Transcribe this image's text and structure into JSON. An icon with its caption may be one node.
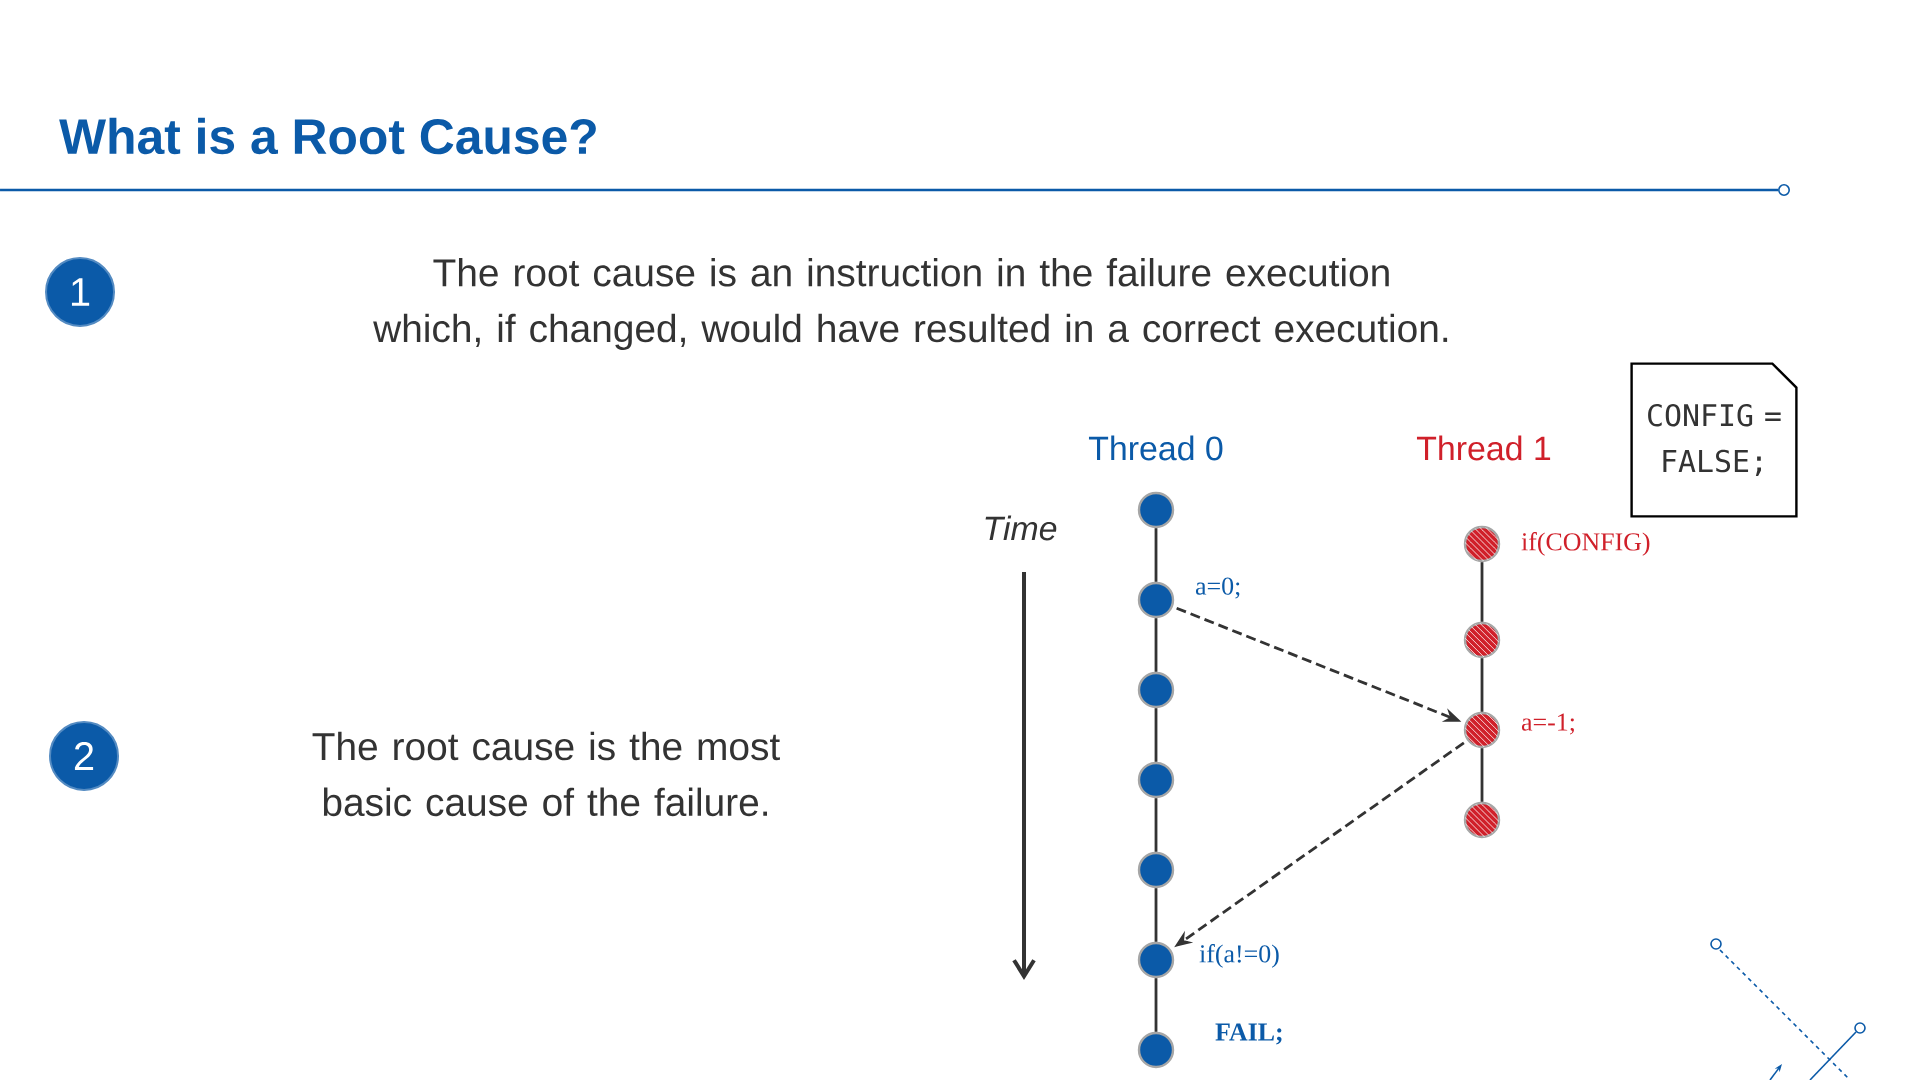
{
  "diagram": {
    "title": "What is a Root Cause?",
    "nodes": [
      {
        "text": [
          "1"
        ]
      },
      {
        "text": [
          "CONFIG = FALSE;"
        ]
      },
      {
        "text": [],
        "shape": "circle"
      },
      {
        "text": [],
        "shape": "circle",
        "beside": [
          "a=0;"
        ]
      },
      {
        "text": [],
        "shape": "circle"
      },
      {
        "text": [],
        "shape": "circle"
      },
      {
        "text": [],
        "shape": "circle"
      },
      {
        "text": [],
        "shape": "circle",
        "beside": [
          "if(a!=0)"
        ]
      },
      {
        "text": [],
        "shape": "circle",
        "beside": [
          "FAIL;"
        ]
      },
      {
        "text": [],
        "shape": "circle",
        "beside": [
          "if(CONFIG)"
        ]
      },
      {
        "text": [],
        "shape": "circle"
      },
      {
        "text": [],
        "shape": "circle",
        "beside": [
          "a=-1;"
        ]
      },
      {
        "text": [],
        "shape": "circle"
      },
      {
        "text": [
          "2"
        ]
      }
    ],
    "edges": [
      {
        "from": 2,
        "to": 3,
        "arrow": "none"
      },
      {
        "from": 3,
        "to": 4,
        "arrow": "none"
      },
      {
        "from": 4,
        "to": 5,
        "arrow": "none"
      },
      {
        "from": 5,
        "to": 6,
        "arrow": "none"
      },
      {
        "from": 6,
        "to": 7,
        "arrow": "none"
      },
      {
        "from": 7,
        "to": 8,
        "arrow": "none"
      },
      {
        "from": 9,
        "to": 10,
        "arrow": "none"
      },
      {
        "from": 10,
        "to": 11,
        "arrow": "none"
      },
      {
        "from": 11,
        "to": 12,
        "arrow": "none"
      },
      {
        "from": 3,
        "to": 11,
        "arrow": "to",
        "style": "dashed"
      },
      {
        "from": 11,
        "to": 7,
        "arrow": "to",
        "style": "dashed"
      }
    ],
    "labels": [
      "The root cause is an instruction in the failure execution which, if changed, would have resulted in a correct execution.",
      "Thread 0",
      "Thread 1",
      "Time",
      "The root cause is the most basic cause of the failure."
    ]
  }
}
